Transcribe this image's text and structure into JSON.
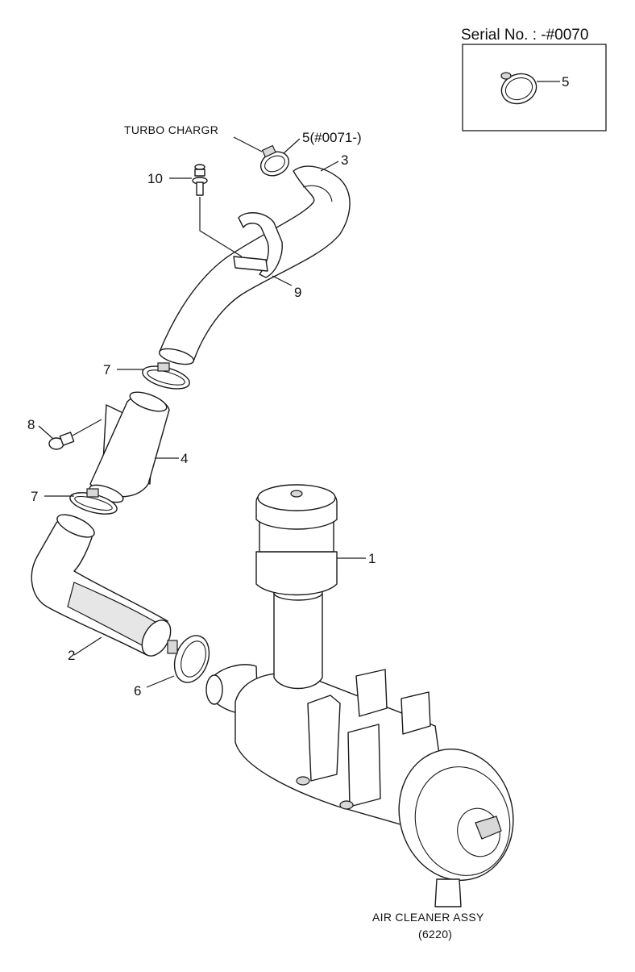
{
  "serial_box": {
    "title": "Serial No. : -#0070",
    "label": "5"
  },
  "labels": {
    "turbo": "TURBO CHARGR",
    "clamp_new": "5(#0071-)",
    "p3": "3",
    "p10": "10",
    "p9": "9",
    "p7_top": "7",
    "p8": "8",
    "p4": "4",
    "p7_bottom": "7",
    "p1": "1",
    "p2": "2",
    "p6": "6",
    "air_cleaner": "AIR CLEANER ASSY",
    "air_cleaner_ref": "(6220)"
  },
  "colors": {
    "line": "#1a1a1a",
    "background": "#ffffff",
    "shade": "#d8d8d8"
  }
}
